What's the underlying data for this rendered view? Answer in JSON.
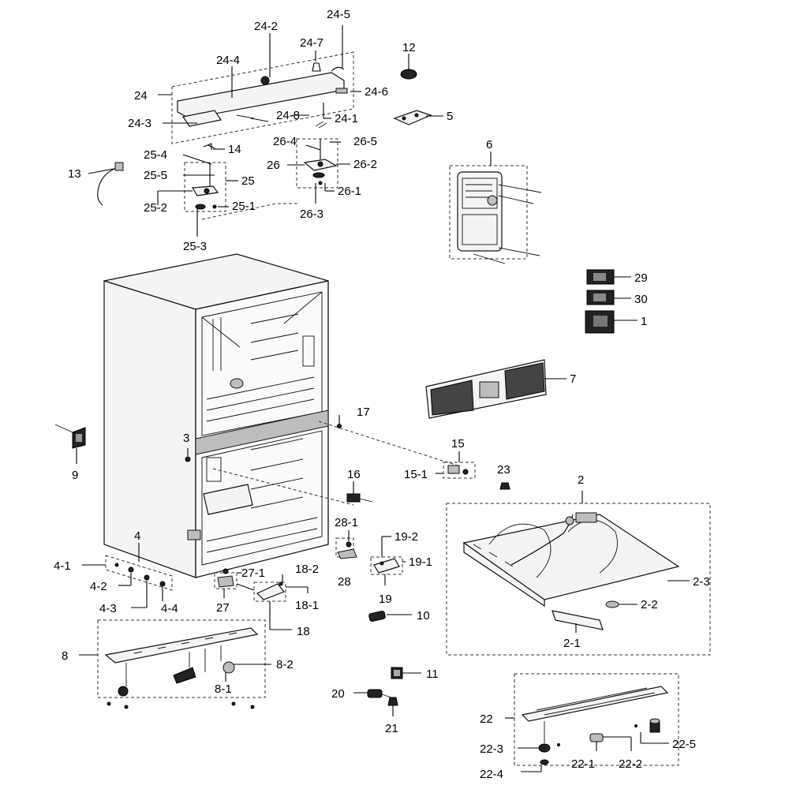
{
  "labels": {
    "l24": "24",
    "l24_1": "24-1",
    "l24_2": "24-2",
    "l24_3": "24-3",
    "l24_4": "24-4",
    "l24_5": "24-5",
    "l24_6": "24-6",
    "l24_7": "24-7",
    "l24_8": "24-8",
    "l12": "12",
    "l5": "5",
    "l13": "13",
    "l14": "14",
    "l25": "25",
    "l25_1": "25-1",
    "l25_2": "25-2",
    "l25_3": "25-3",
    "l25_4": "25-4",
    "l25_5": "25-5",
    "l26": "26",
    "l26_1": "26-1",
    "l26_2": "26-2",
    "l26_3": "26-3",
    "l26_4": "26-4",
    "l26_5": "26-5",
    "l6": "6",
    "l29": "29",
    "l30": "30",
    "l1": "1",
    "l7": "7",
    "l3": "3",
    "l9": "9",
    "l17": "17",
    "l15": "15",
    "l15_1": "15-1",
    "l16": "16",
    "l23": "23",
    "l2": "2",
    "l2_1": "2-1",
    "l2_2": "2-2",
    "l2_3": "2-3",
    "l4": "4",
    "l4_1": "4-1",
    "l4_2": "4-2",
    "l4_3": "4-3",
    "l4_4": "4-4",
    "l27": "27",
    "l27_1": "27-1",
    "l18": "18",
    "l18_1": "18-1",
    "l18_2": "18-2",
    "l28": "28",
    "l28_1": "28-1",
    "l19": "19",
    "l19_1": "19-1",
    "l19_2": "19-2",
    "l10": "10",
    "l11": "11",
    "l20": "20",
    "l21": "21",
    "l8": "8",
    "l8_1": "8-1",
    "l8_2": "8-2",
    "l22": "22",
    "l22_1": "22-1",
    "l22_2": "22-2",
    "l22_3": "22-3",
    "l22_4": "22-4",
    "l22_5": "22-5"
  }
}
